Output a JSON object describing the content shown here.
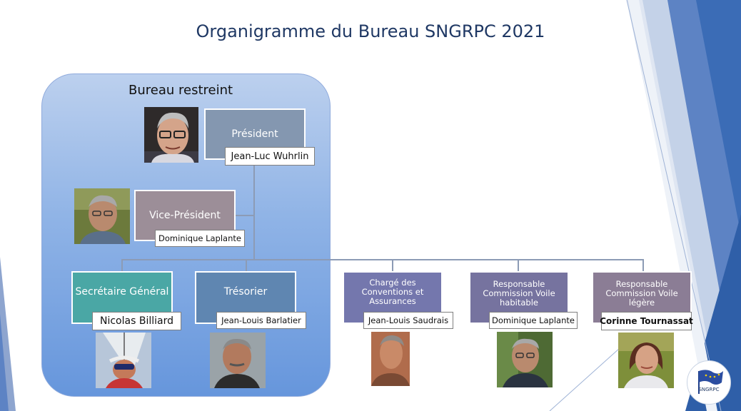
{
  "slide": {
    "title": "Organigramme du Bureau SNGRPC 2021"
  },
  "group": {
    "label": "Bureau restreint"
  },
  "members": {
    "president": {
      "role": "Président",
      "name": "Jean-Luc Wuhrlin"
    },
    "vice_president": {
      "role": "Vice-Président",
      "name": "Dominique Laplante"
    },
    "secretaire": {
      "role": "Secrétaire Général",
      "name": "Nicolas Billiard"
    },
    "tresorier": {
      "role": "Trésorier",
      "name": "Jean-Louis Barlatier"
    },
    "conventions": {
      "role": "Chargé des Conventions et Assurances",
      "name": "Jean-Louis Saudrais"
    },
    "voile_habitable": {
      "role": "Responsable Commission Voile habitable",
      "name": "Dominique Laplante"
    },
    "voile_legere": {
      "role": "Responsable Commission Voile légère",
      "name": "Corinne Tournassat"
    }
  },
  "logo": {
    "text": "SNGRPC"
  },
  "colors": {
    "title": "#1f3864",
    "role_president": "#8497b0",
    "role_vice": "#9c8e98",
    "role_secretaire": "#4aa7a5",
    "role_tresorier": "#5f86b1",
    "role_conventions": "#7477ad",
    "role_habitable": "#76739f",
    "role_legere": "#8b7d95",
    "accent_blue": "#2f6db5"
  }
}
